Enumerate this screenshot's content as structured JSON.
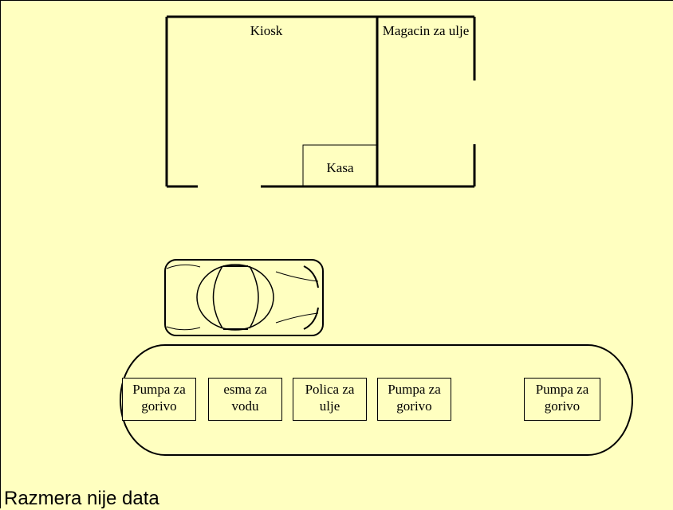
{
  "rooms": {
    "kiosk": "Kiosk",
    "oil_storage": "Magacin za ulje",
    "cashier": "Kasa"
  },
  "island": {
    "items": [
      "Pumpa za gorivo",
      "esma za vodu",
      "Polica za ulje",
      "Pumpa za gorivo",
      "Pumpa za gorivo"
    ]
  },
  "footer": {
    "note": "Razmera nije data"
  },
  "colors": {
    "background": "#ffffc0",
    "line": "#000000"
  }
}
